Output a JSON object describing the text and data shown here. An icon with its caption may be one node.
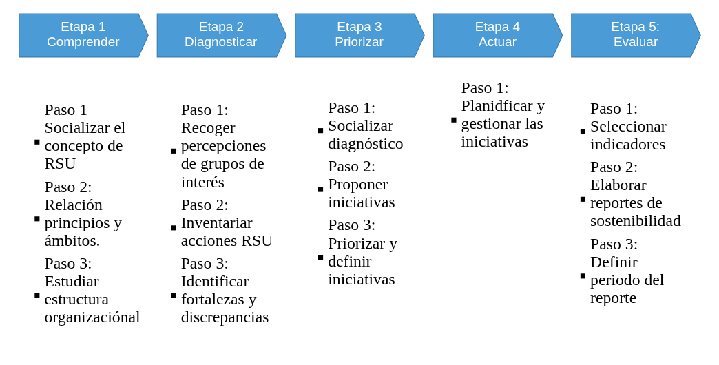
{
  "diagram": {
    "nodes": [
      {
        "text": [
          "Etapa 1 Comprender"
        ],
        "beside": [
          "Paso 1 Socializar el concepto de RSU",
          "Paso 2: Relación principios y ámbitos.",
          "Paso 3: Estudiar estructura organizaciónal"
        ]
      },
      {
        "text": [
          "Etapa 2 Diagnosticar"
        ],
        "beside": [
          "Paso 1: Recoger percepciones de grupos de interés",
          "Paso 2: Inventariar acciones RSU",
          "Paso 3: Identificar fortalezas y discrepancias"
        ]
      },
      {
        "text": [
          "Etapa 3 Priorizar"
        ],
        "beside": [
          "Paso 1: Socializar diagnóstico",
          "Paso 2: Proponer iniciativas",
          "Paso 3: Priorizar y definir iniciativas"
        ]
      },
      {
        "text": [
          "Etapa 4 Actuar"
        ],
        "beside": [
          "Paso 1: Planidficar y gestionar las iniciativas"
        ]
      },
      {
        "text": [
          "Etapa 5: Evaluar"
        ],
        "beside": [
          "Paso 1: Seleccionar indicadores",
          "Paso 2: Elaborar reportes de sostenibilidad",
          "Paso 3: Definir periodo del reporte"
        ]
      }
    ],
    "edges": []
  }
}
